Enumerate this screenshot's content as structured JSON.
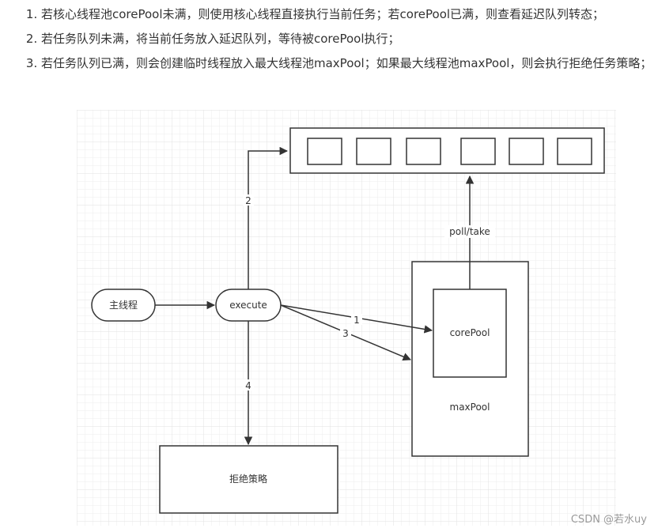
{
  "steps": [
    "若核心线程池corePool未满，则使用核心线程直接执行当前任务；若corePool已满，则查看延迟队列转态；",
    "若任务队列未满，将当前任务放入延迟队列，等待被corePool执行；",
    "若任务队列已满，则会创建临时线程放入最大线程池maxPool；如果最大线程池maxPool，则会执行拒绝任务策略；"
  ],
  "diagram": {
    "main_thread": "主线程",
    "execute": "execute",
    "core_pool": "corePool",
    "max_pool": "maxPool",
    "reject": "拒绝策略",
    "poll_take": "poll/take",
    "edge_1": "1",
    "edge_2": "2",
    "edge_3": "3",
    "edge_4": "4",
    "queue_slots": 6
  },
  "watermark": "CSDN @若水uy"
}
